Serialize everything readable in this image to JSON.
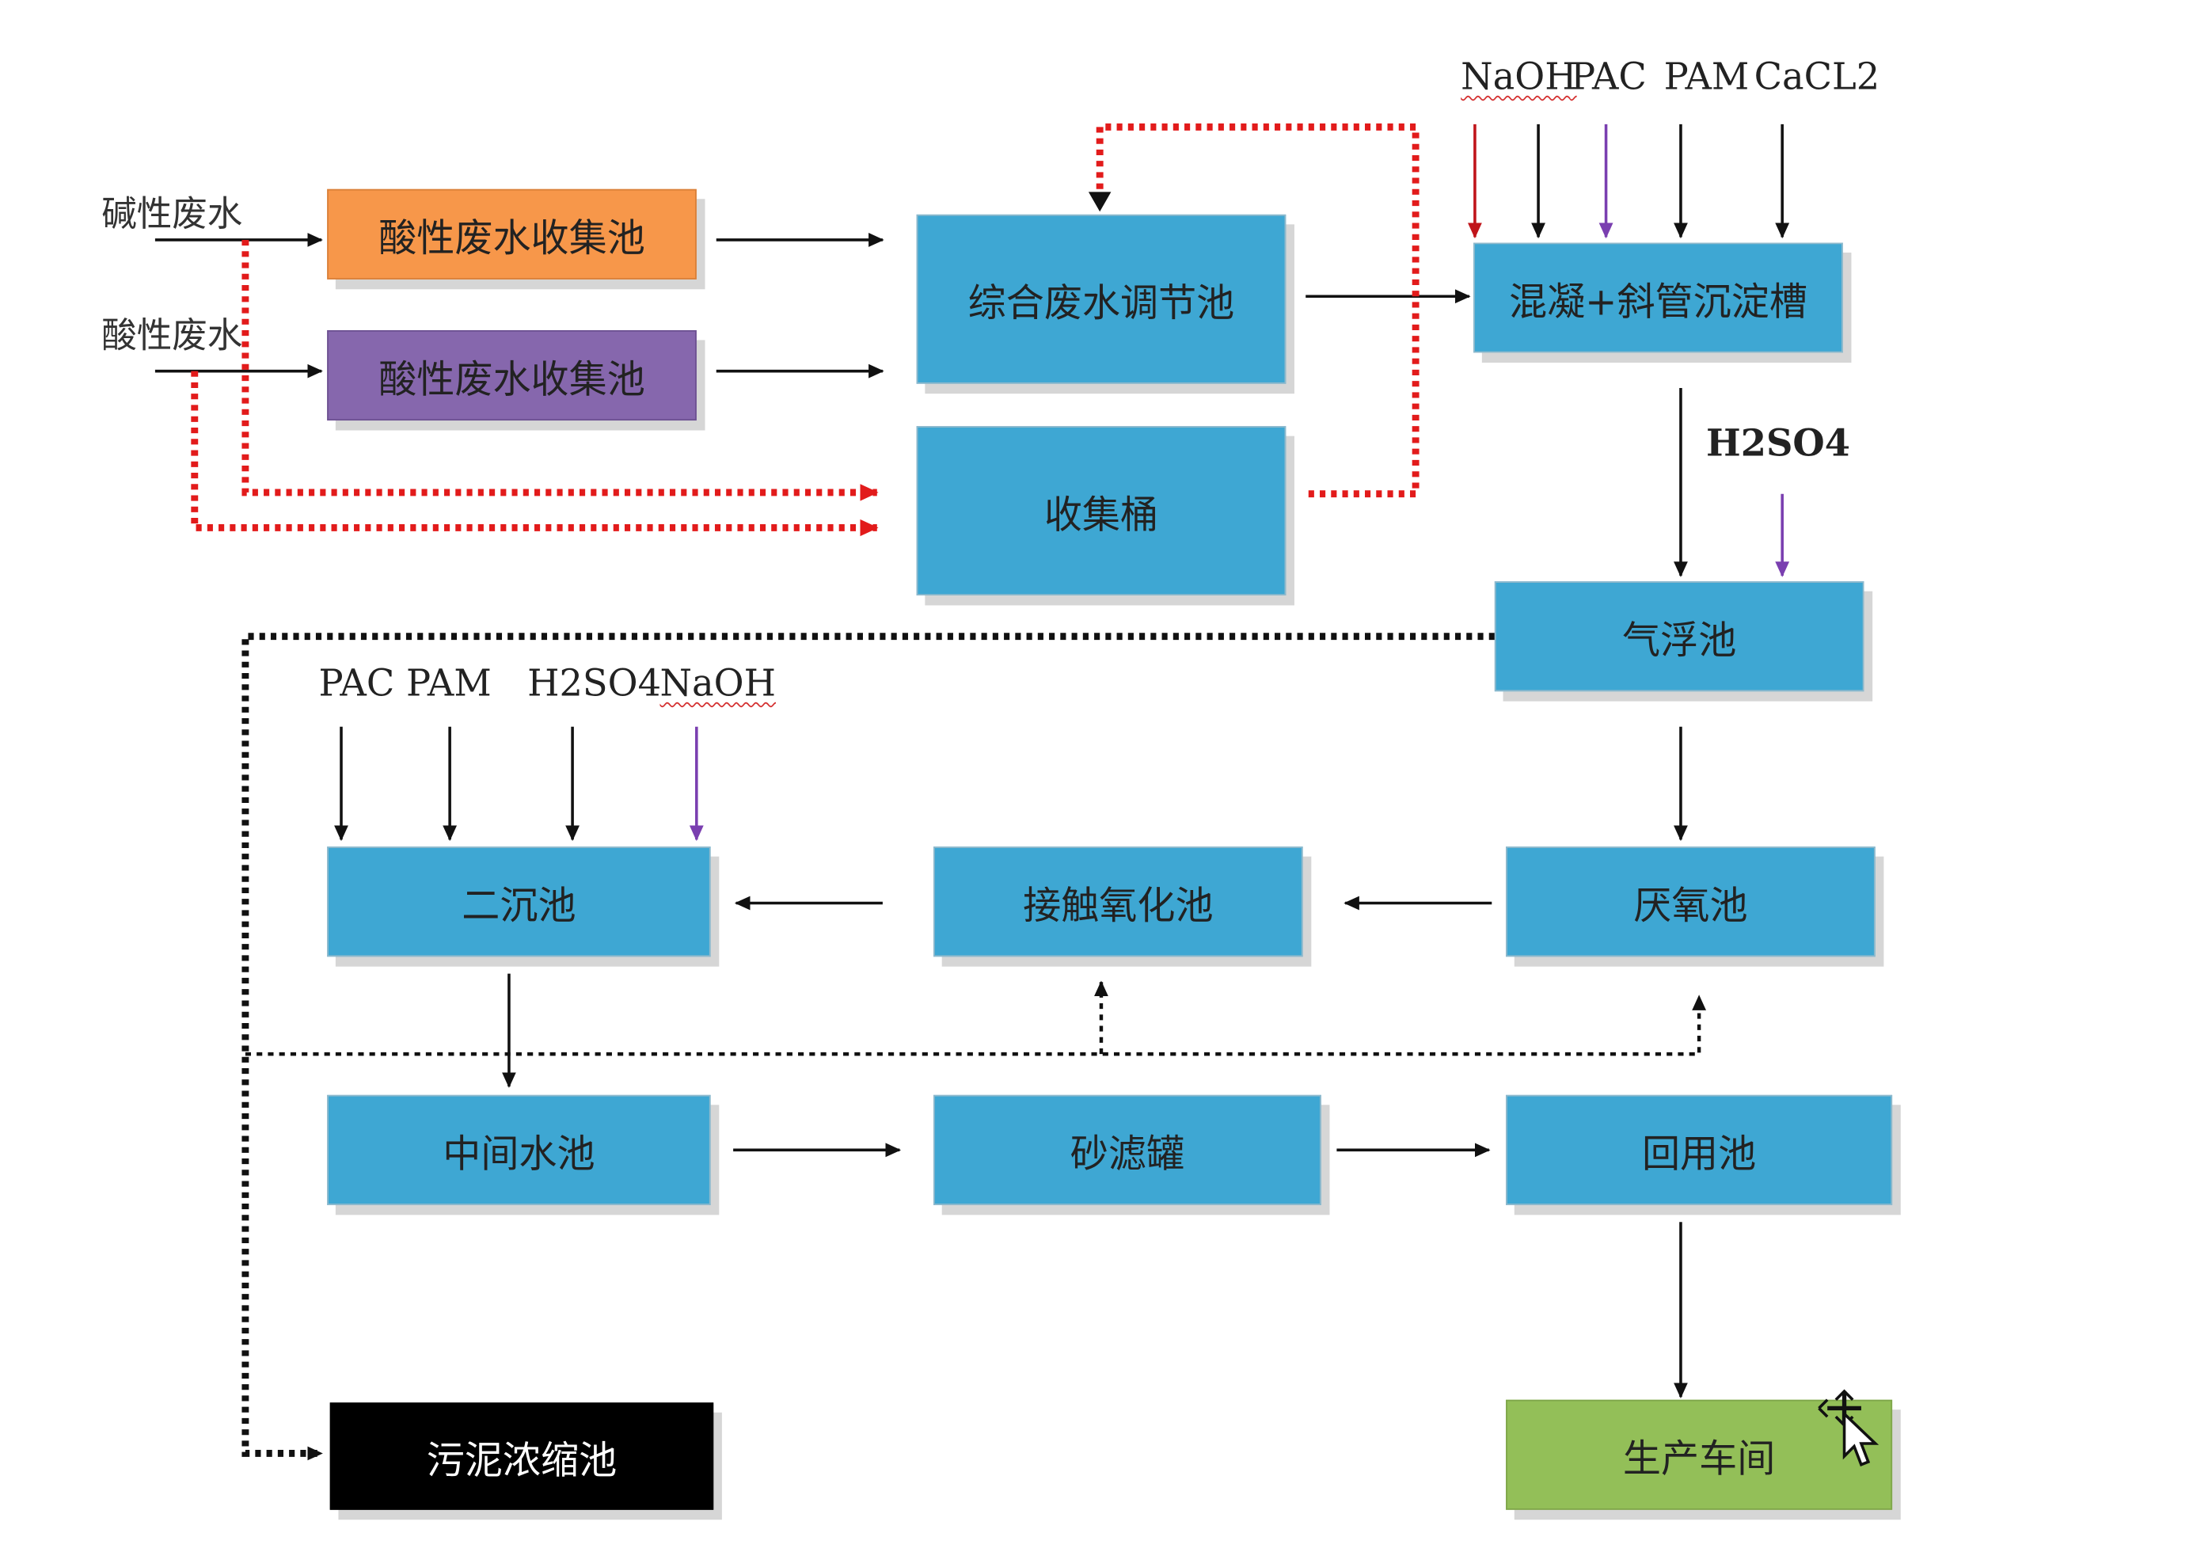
{
  "inputs": {
    "alkaline": "碱性废水",
    "acidic": "酸性废水"
  },
  "boxes": {
    "acid_tank_1": "酸性废水收集池",
    "acid_tank_2": "酸性废水收集池",
    "integrated": "综合废水调节池",
    "collection_bucket": "收集桶",
    "coagulation": "混凝+斜管沉淀槽",
    "air_flotation": "气浮池",
    "anaerobic": "厌氧池",
    "contact_oxidation": "接触氧化池",
    "secondary_settling": "二沉池",
    "intermediate": "中间水池",
    "sand_filter": "砂滤罐",
    "reuse": "回用池",
    "workshop": "生产车间",
    "sludge": "污泥浓缩池"
  },
  "reagents_top": {
    "naoh": "NaOH",
    "pac": "PAC",
    "pam": "PAM",
    "cacl2": "CaCL2"
  },
  "reagent_h2so4_flotation": "H2SO4",
  "reagents_settling": {
    "pac_pam": "PAC PAM",
    "h2so4": "H2SO4",
    "naoh": "NaOH"
  },
  "colors": {
    "process_box": "#3ea7d3",
    "orange_box": "#f7974a",
    "purple_box": "#8667ad",
    "sludge_box": "#000000",
    "workshop_box": "#93bf58",
    "red_dotted": "#e21b1b",
    "purple_arrow": "#7a3fb0",
    "red_arrow": "#c0141a"
  }
}
